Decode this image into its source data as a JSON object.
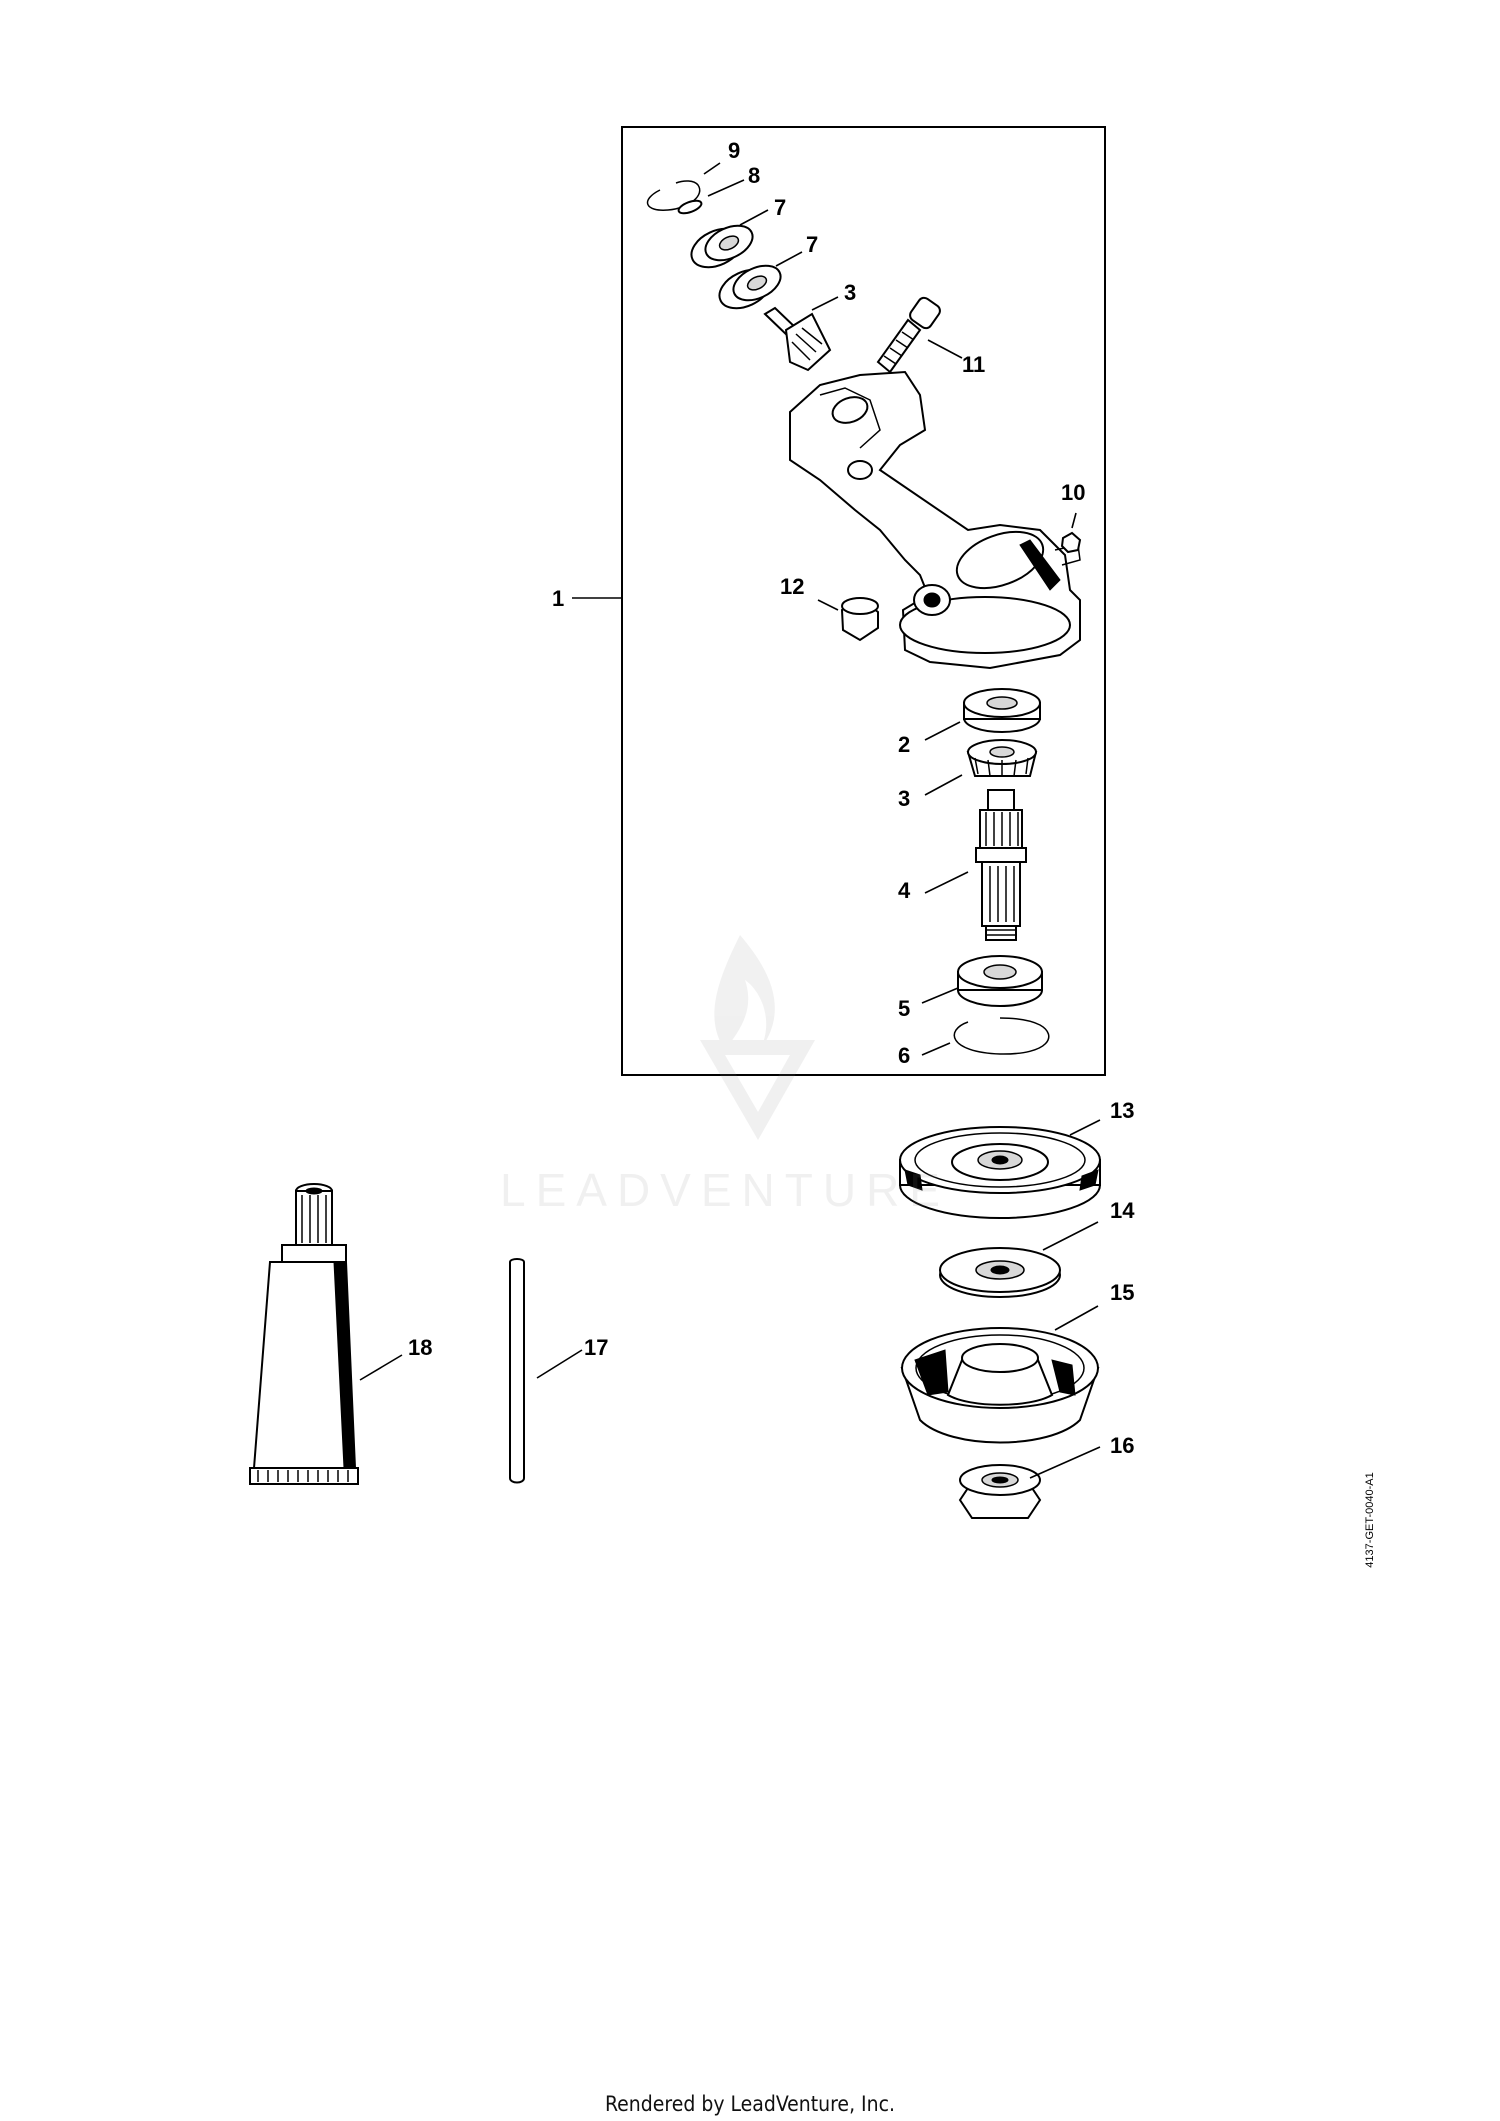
{
  "diagram": {
    "callouts": {
      "c1": "1",
      "c2": "2",
      "c3a": "3",
      "c3b": "3",
      "c4": "4",
      "c5": "5",
      "c6": "6",
      "c7a": "7",
      "c7b": "7",
      "c8": "8",
      "c9": "9",
      "c10": "10",
      "c11": "11",
      "c12": "12",
      "c13": "13",
      "c14": "14",
      "c15": "15",
      "c16": "16",
      "c17": "17",
      "c18": "18"
    },
    "drawing_code": "4137-GET-0040-A1"
  },
  "watermark": {
    "text": "LEADVENTURE"
  },
  "footer": {
    "text": "Rendered by LeadVenture, Inc."
  }
}
